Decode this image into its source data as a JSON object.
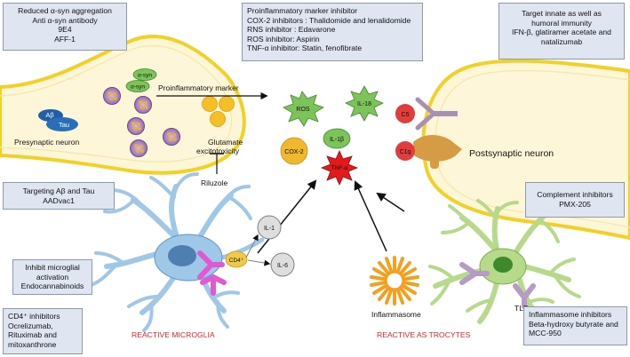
{
  "boxes": {
    "asyn": [
      "Reduced α-syn aggregation",
      "Anti α-syn antibody",
      "9E4",
      "AFF-1"
    ],
    "proinflam": [
      "Proinflammatory marker inhibitor",
      "COX-2 inhibitors : Thalidomide and lenalidomide",
      "RNS inhibitor : Edavarone",
      "ROS inhibitor: Aspirin",
      "TNF-α inhibitor: Statin, fenofibrate"
    ],
    "innate": [
      "Target innate as well as",
      "humoral immunity",
      "IFN-β, glatiramer acetate and",
      "natalizumab"
    ],
    "abtau": [
      "Targeting Aβ and Tau",
      "AADvac1"
    ],
    "complement": [
      "Complement inhibitors",
      "PMX-205"
    ],
    "microglial": [
      "Inhibit microglial",
      "activation",
      "Endocannabinoids"
    ],
    "cd4": [
      "CD4⁺ inhibitors",
      "Ocrelizumab,",
      "Rituximab  and",
      "mitoxanthrone"
    ],
    "inflammasome": [
      "Inflammasome inhibitors",
      "Beta-hydroxy butyrate and",
      "MCC-950"
    ]
  },
  "labels": {
    "presynaptic": "Presynaptic neuron",
    "postsynaptic": "Postsynaptic neuron",
    "proinflam_marker": "Proinflammatory marker",
    "glutamate": "Glutamate",
    "excitotoxicity": "excitotoxicity",
    "riluzole": "Riluzole",
    "reactive_microglia": "REACTIVE MICROGLIA",
    "reactive_astrocytes": "REACTIVE AS TROCYTES",
    "inflammasome": "Inflammasome",
    "tlr": "TLR"
  },
  "tags": {
    "asyn1": "α-syn",
    "asyn2": "α-syn",
    "ab": "Aβ",
    "tau": "Tau",
    "ros": "ROS",
    "il18": "IL-18",
    "c5": "C5",
    "c1q": "C1q",
    "cox2": "COX-2",
    "il1b": "IL-1β",
    "tnfa": "TNF-α",
    "il1": "IL-1",
    "il6": "IL-6",
    "cd4": "CD4⁺"
  },
  "colors": {
    "box_fill": "#dfe6f2",
    "neuron_fill": "#fdf6d8",
    "neuron_border": "#f2d024",
    "microglia": "#9fc7e8",
    "astrocyte": "#b6d98a",
    "red_text": "#e0262a"
  }
}
